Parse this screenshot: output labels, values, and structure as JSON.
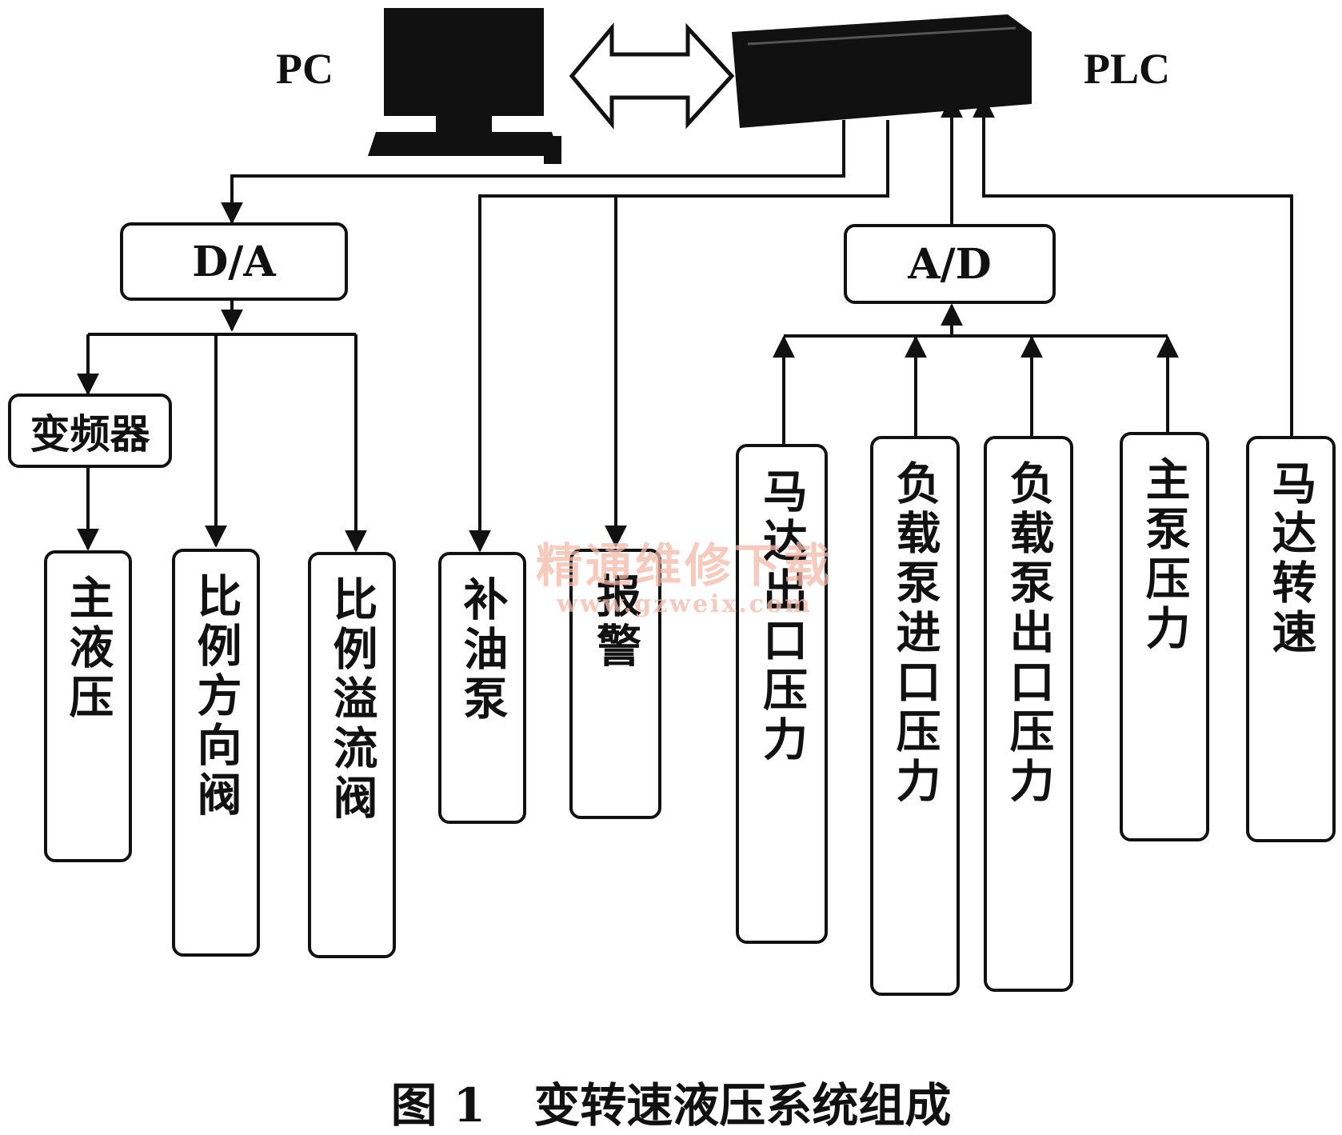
{
  "diagram": {
    "pc_label": "PC",
    "plc_label": "PLC",
    "da_label": "D/A",
    "ad_label": "A/D",
    "inverter_label": "变频器",
    "outputs": {
      "main_hydraulic": "主液压",
      "prop_dir_valve": "比例方向阀",
      "prop_relief_valve": "比例溢流阀",
      "charge_pump": "补油泵",
      "alarm": "报警"
    },
    "inputs": {
      "motor_outlet_pressure": "马达出口压力",
      "load_pump_inlet_pressure": "负载泵进口压力",
      "load_pump_outlet_pressure": "负载泵出口压力",
      "main_pump_pressure": "主泵压力",
      "motor_speed": "马达转速"
    },
    "caption_number": "图 1",
    "caption_text": "变转速液压系统组成"
  },
  "watermark": {
    "title": "精通维修下载",
    "url": "www.gzweix.com"
  }
}
